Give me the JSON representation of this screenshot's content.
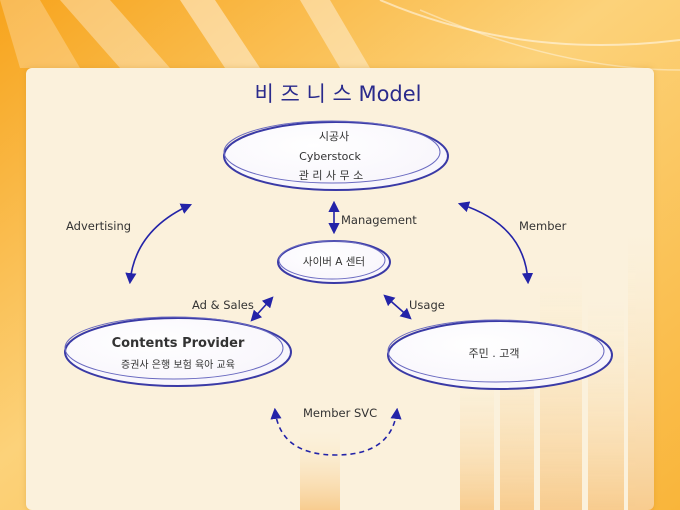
{
  "title": "비 즈 니 스 Model",
  "nodes": {
    "top": {
      "lines": [
        "시공사",
        "Cyberstock",
        "관 리 사 무 소"
      ]
    },
    "center": {
      "label": "사이버 A 센터"
    },
    "left": {
      "title": "Contents Provider",
      "subtitle": "증권사 은행 보험 육아 교육"
    },
    "right": {
      "label": "주민 . 고객"
    }
  },
  "edges": {
    "advertising": "Advertising",
    "management": "Management",
    "member": "Member",
    "ad_sales": "Ad & Sales",
    "usage": "Usage",
    "member_svc": "Member SVC"
  },
  "colors": {
    "title": "#2a2a8c",
    "arrow": "#2323a8",
    "ellipse_stroke": "#3a3aa6",
    "text": "#222222",
    "background_gradient_start": "#f6a21a",
    "background_gradient_end": "#fde6a8",
    "panel": "#fbf1dc"
  }
}
